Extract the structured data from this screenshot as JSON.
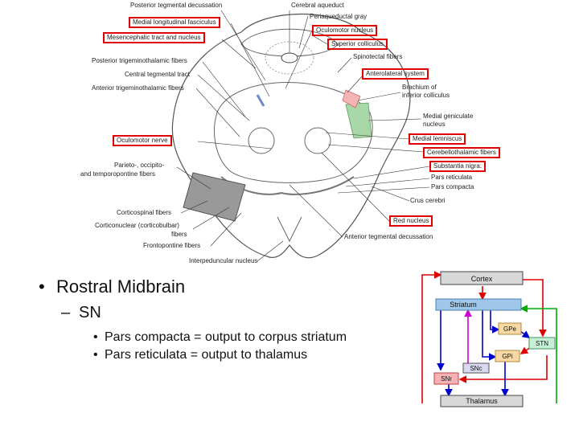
{
  "slide": {
    "bullets": {
      "level1": "Rostral Midbrain",
      "level2": "SN",
      "level3": [
        "Pars compacta = output to corpus striatum",
        "Pars reticulata = output to thalamus"
      ]
    }
  },
  "midbrain_diagram": {
    "left_labels": [
      {
        "text": "Posterior tegmental decussation",
        "boxed": false
      },
      {
        "text": "Medial longitudinal fasciculus",
        "boxed": true
      },
      {
        "text": "Mesencephalic tract and nucleus",
        "boxed": true
      },
      {
        "text": "Posterior trigeminothalamic fibers",
        "boxed": false
      },
      {
        "text": "Central tegmental tract",
        "boxed": false
      },
      {
        "text": "Anterior trigeminothalamic fibers",
        "boxed": false
      },
      {
        "text": "Oculomotor nerve",
        "boxed": true
      },
      {
        "text": "Parieto-, occipito-",
        "boxed": false
      },
      {
        "text": "and temporopontine fibers",
        "boxed": false
      },
      {
        "text": "Corticospinal fibers",
        "boxed": false
      },
      {
        "text": "Corticonuclear (corticobulbar)",
        "boxed": false
      },
      {
        "text": "fibers",
        "boxed": false
      },
      {
        "text": "Frontopontine fibers",
        "boxed": false
      },
      {
        "text": "Interpeduncular nucleus",
        "boxed": false
      }
    ],
    "right_labels": [
      {
        "text": "Cerebral aqueduct",
        "boxed": false
      },
      {
        "text": "Periaqueductal gray",
        "boxed": false
      },
      {
        "text": "Oculomotor nucleus",
        "boxed": true
      },
      {
        "text": "Superior colliculus",
        "boxed": true
      },
      {
        "text": "Spinotectal fibers",
        "boxed": false
      },
      {
        "text": "Anterolateral system",
        "boxed": true
      },
      {
        "text": "Brachium of",
        "boxed": false
      },
      {
        "text": "inferior colliculus",
        "boxed": false
      },
      {
        "text": "Medial geniculate",
        "boxed": false
      },
      {
        "text": "nucleus",
        "boxed": false
      },
      {
        "text": "Medial lemniscus",
        "boxed": true
      },
      {
        "text": "Cerebellothalamic fibers",
        "boxed": true
      },
      {
        "text": "Substantia nigra:",
        "boxed": true
      },
      {
        "text": "Pars reticulata",
        "boxed": false
      },
      {
        "text": "Pars compacta",
        "boxed": false
      },
      {
        "text": "Crus cerebri",
        "boxed": false
      },
      {
        "text": "Red nucleus",
        "boxed": true
      },
      {
        "text": "Anterior tegmental decussation",
        "boxed": false
      }
    ]
  },
  "circuit_diagram": {
    "nodes": {
      "cortex": "Cortex",
      "striatum": "Striatum",
      "gpe": "GPe",
      "stn": "STN",
      "gpi": "GPi",
      "snc": "SNc",
      "snr": "SNr",
      "thalamus": "Thalamus"
    },
    "colors": {
      "excitatory": "#e00000",
      "inhibitory": "#0000cc",
      "dopamine": "#cc00cc",
      "green": "#00aa00",
      "node_fill": "#d8d8d8",
      "striatum_fill": "#9ec7ea",
      "gp_fill": "#f7d9a6",
      "stn_fill": "#c7efd7",
      "snr_fill": "#f7b3b3",
      "snc_fill": "#d8d8f0"
    }
  }
}
